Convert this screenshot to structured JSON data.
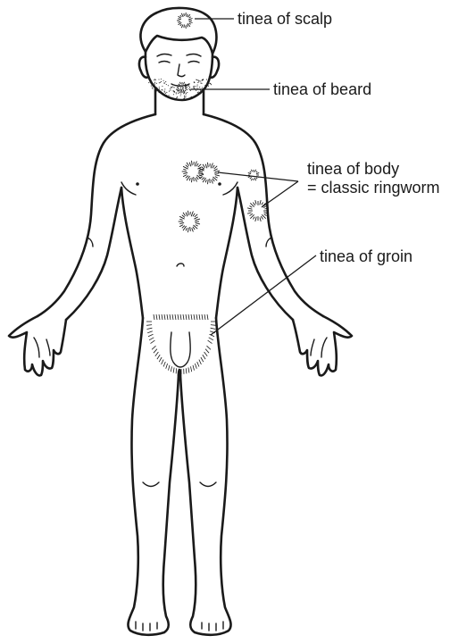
{
  "labels": {
    "scalp": "tinea of scalp",
    "beard": "tinea of beard",
    "body_line1": "tinea of body",
    "body_line2": "= classic ringworm",
    "groin": "tinea of groin"
  },
  "colors": {
    "line": "#1a1a1a",
    "background": "#ffffff"
  }
}
